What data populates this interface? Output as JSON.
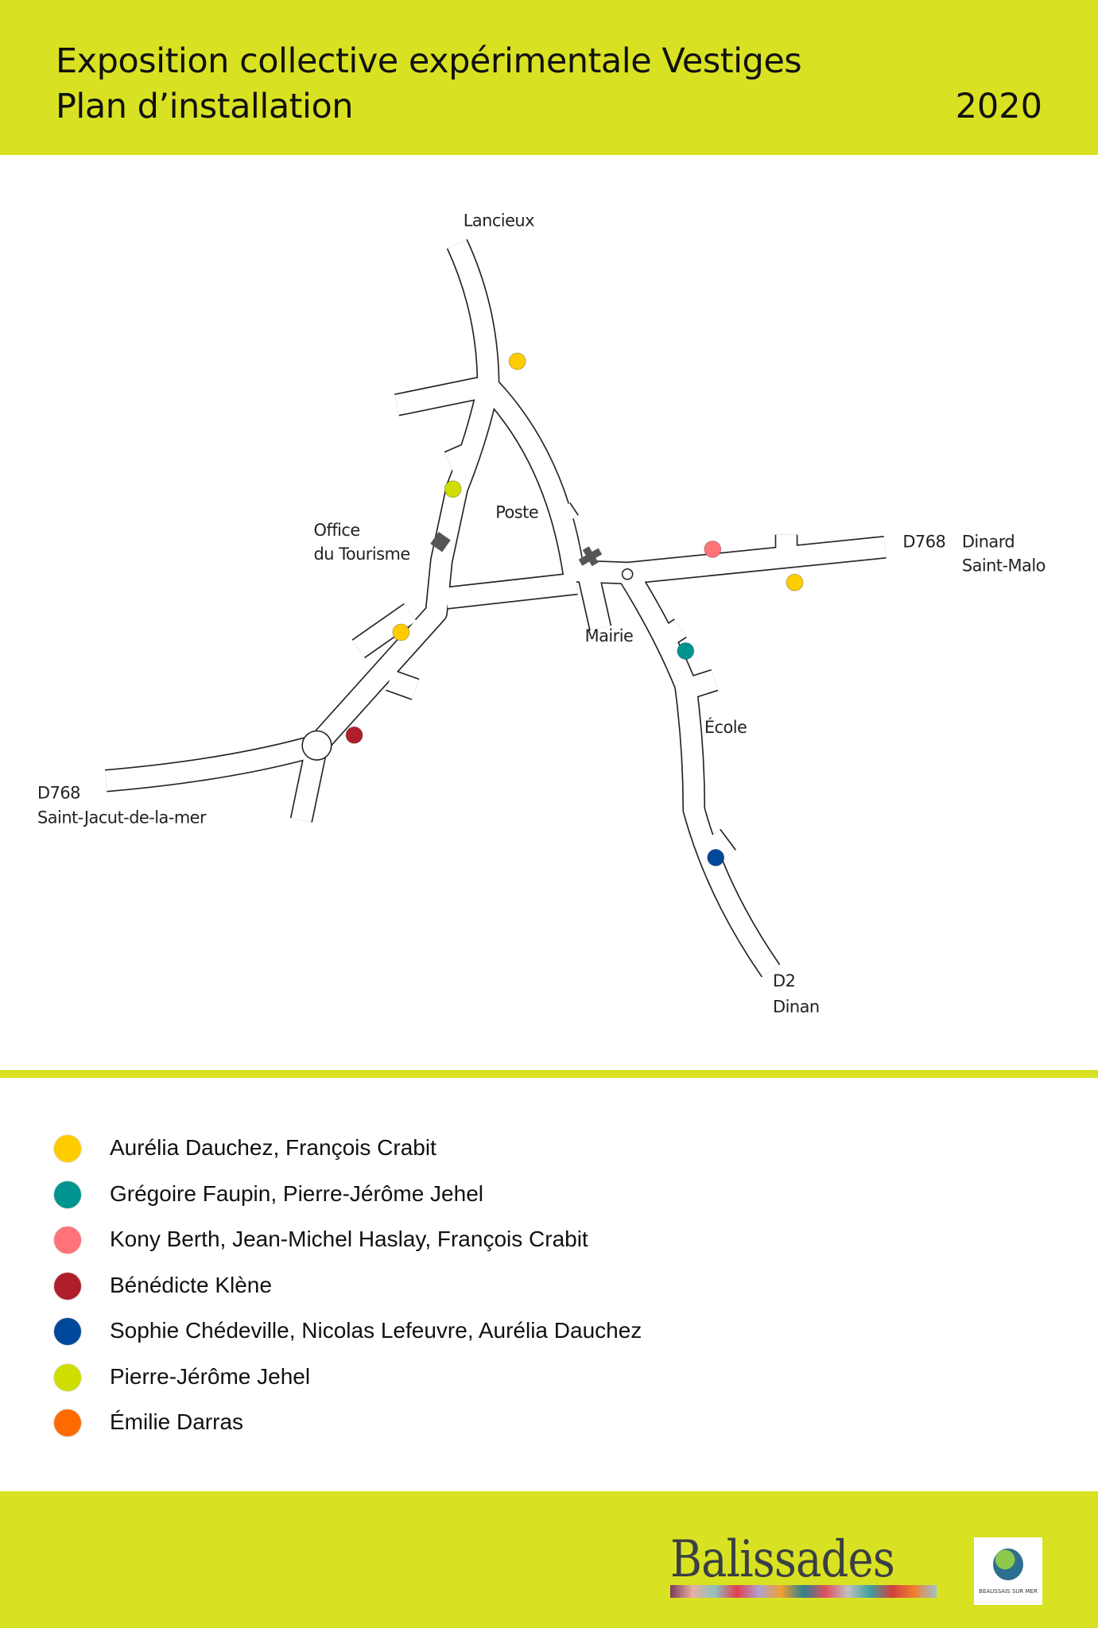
{
  "header": {
    "title_line1": "Exposition collective expérimentale Vestiges",
    "title_line2": "Plan d’installation",
    "year": "2020"
  },
  "map": {
    "labels": {
      "lancieux": "Lancieux",
      "office_1": "Office",
      "office_2": "du Tourisme",
      "poste": "Poste",
      "d768_east": "D768",
      "dinard": "Dinard",
      "saint_malo": "Saint-Malo",
      "mairie": "Mairie",
      "ecole": "École",
      "d768_west": "D768",
      "saint_jacut": "Saint-Jacut-de-la-mer",
      "d2": "D2",
      "dinan": "Dinan"
    }
  },
  "legend": [
    {
      "label": "Aurélia Dauchez, François Crabit",
      "color": "#ffcc00"
    },
    {
      "label": "Grégoire Faupin, Pierre-Jérôme Jehel",
      "color": "#009490"
    },
    {
      "label": "Kony Berth, Jean-Michel Haslay, François Crabit",
      "color": "#ff7378"
    },
    {
      "label": "Bénédicte Klène",
      "color": "#b01e2c"
    },
    {
      "label": "Sophie Chédeville, Nicolas Lefeuvre, Aurélia Dauchez",
      "color": "#004899"
    },
    {
      "label": "Pierre-Jérôme Jehel",
      "color": "#cfdd00"
    },
    {
      "label": "Émilie Darras",
      "color": "#ff6a00"
    }
  ],
  "footer": {
    "logo_balissades": "Balissades",
    "logo_commune": "BEAUSSAIS SUR MER"
  },
  "colors": {
    "accent": "#d8e222"
  }
}
